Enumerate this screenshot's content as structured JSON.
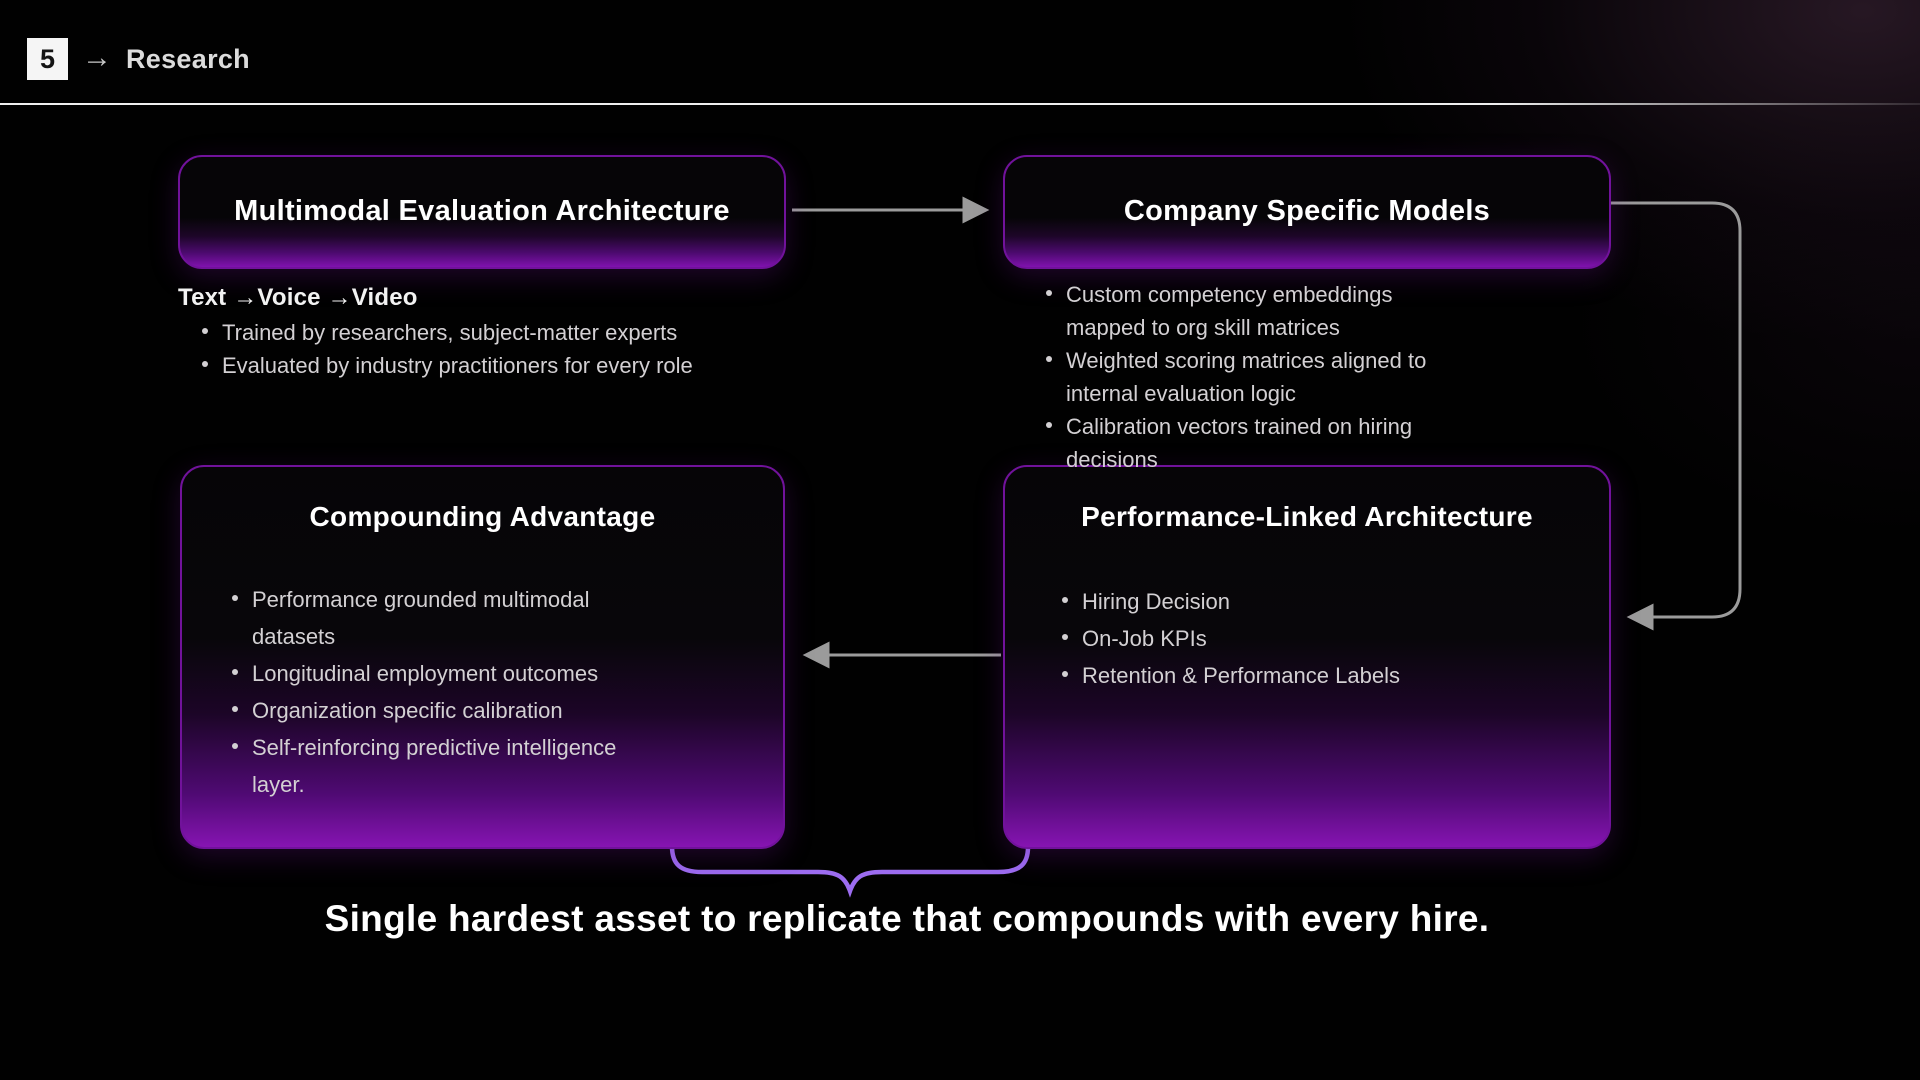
{
  "header": {
    "slide_number": "5",
    "separator": "→",
    "title": "Research"
  },
  "boxes": {
    "multimodal": {
      "title": "Multimodal Evaluation Architecture",
      "heading": "Text →Voice →Video",
      "bullets": [
        "Trained by researchers, subject-matter experts",
        "Evaluated by industry practitioners for every role"
      ]
    },
    "company": {
      "title": "Company Specific Models",
      "bullets": [
        "Custom competency embeddings mapped to org skill matrices",
        "Weighted scoring matrices aligned to internal evaluation logic",
        "Calibration vectors trained on hiring decisions"
      ]
    },
    "compounding": {
      "title": "Compounding Advantage",
      "bullets": [
        "Performance grounded multimodal datasets",
        "Longitudinal employment outcomes",
        "Organization specific calibration",
        "Self-reinforcing predictive intelligence layer."
      ]
    },
    "performance": {
      "title": "Performance-Linked Architecture",
      "bullets": [
        "Hiring Decision",
        "On-Job KPIs",
        "Retention & Performance Labels"
      ]
    }
  },
  "caption": "Single hardest asset to replicate that compounds with every hire.",
  "colors": {
    "background": "#010101",
    "box_border_purple": "#71129b",
    "box_glow_purple": "#8012ae",
    "brace_purple": "#9c6cf0",
    "arrow_gray": "#9b9b9b",
    "badge_bg": "#f5f5f5",
    "body_text": "#d3d0d3"
  }
}
